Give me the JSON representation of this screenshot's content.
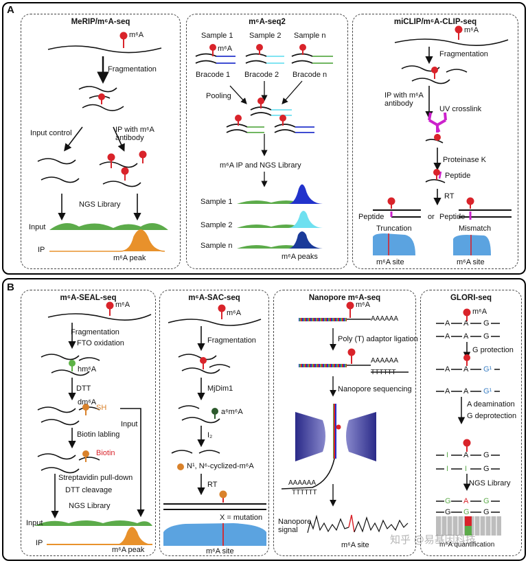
{
  "panelA": {
    "label": "A",
    "merip": {
      "title": "MeRIP/m⁶A-seq",
      "m6a": "m⁶A",
      "fragmentation": "Fragmentation",
      "input_control": "Input control",
      "ip_antibody": "IP with m⁶A antibody",
      "ngs": "NGS Library",
      "input": "Input",
      "ip": "IP",
      "peak": "m⁶A peak"
    },
    "seq2": {
      "title": "m⁶A-seq2",
      "samples": [
        "Sample 1",
        "Sample 2",
        "Sample n"
      ],
      "barcodes": [
        "Bracode 1",
        "Bracode 2",
        "Bracode n"
      ],
      "m6a": "m⁶A",
      "pooling": "Pooling",
      "ip_ngs": "m⁶A IP and NGS Library",
      "rows": [
        "Sample 1",
        "Sample 2",
        "Sample n"
      ],
      "peaks": "m⁶A peaks"
    },
    "miclip": {
      "title": "miCLIP/m⁶A-CLIP-seq",
      "m6a": "m⁶A",
      "fragmentation": "Fragmentation",
      "ip_antibody": "IP with m⁶A antibody",
      "uv": "UV crosslink",
      "proteinase": "Proteinase K",
      "peptide": "Peptide",
      "rt": "RT",
      "peptide_left": "Peptide",
      "or": "or",
      "peptide_right": "Peptide",
      "truncation": "Truncation",
      "mismatch": "Mismatch",
      "site_left": "m⁶A site",
      "site_right": "m⁶A site"
    }
  },
  "panelB": {
    "label": "B",
    "seal": {
      "title": "m⁶A-SEAL-seq",
      "m6a": "m⁶A",
      "fragmentation": "Fragmentation",
      "fto": "FTO oxidation",
      "hm6a": "hm⁶A",
      "dtt": "DTT",
      "dm6a": "dm⁶A",
      "sh": "SH",
      "input_arrow": "Input",
      "biotin_labling": "Biotin labling",
      "biotin": "Biotin",
      "streptavidin": "Streptavidin pull-down",
      "dtt_cleavage": "DTT cleavage",
      "ngs": "NGS Library",
      "input": "Input",
      "ip": "IP",
      "peak": "m⁶A peak"
    },
    "sac": {
      "title": "m⁶A-SAC-seq",
      "m6a": "m⁶A",
      "fragmentation": "Fragmentation",
      "mjdim1": "MjDim1",
      "a6m6a": "a⁶m⁶A",
      "i2": "I₂",
      "cyclized": "N¹, N⁶-cyclized-m⁶A",
      "rt": "RT",
      "mutation": "X = mutation",
      "site": "m⁶A site"
    },
    "nanopore": {
      "title": "Nanopore m⁶A-seq",
      "m6a": "m⁶A",
      "polya": "AAAAAA",
      "polyt_ligation": "Poly (T) adaptor ligation",
      "polya2": "AAAAAA",
      "polyt": "TTTTTT",
      "sequencing": "Nanopore sequencing",
      "polya3": "AAAAAA",
      "polyt2": "TTTTTT",
      "signal": "Nanopore signal",
      "site": "m⁶A site"
    },
    "glori": {
      "title": "GLORI-seq",
      "m6a": "m⁶A",
      "g_protection": "G protection",
      "a_deamination": "A deamination",
      "g_deprotection": "G deprotection",
      "ngs": "NGS Library",
      "row1": [
        "A",
        "A",
        "G"
      ],
      "row_gp": [
        "A",
        "A",
        "G¹"
      ],
      "row_i": [
        "I",
        "A",
        "G"
      ],
      "row_final": [
        "G",
        "A",
        "G"
      ],
      "row_final2": [
        "G",
        "G",
        "G"
      ],
      "caption": "m⁶A quantification"
    }
  },
  "watermark": "知乎 @易基因科技",
  "colors": {
    "m6a_red": "#d9232a",
    "hm6a_green": "#5db346",
    "seal_orange": "#d9822b",
    "input_green": "#5cab4a",
    "ip_orange": "#e8912b",
    "peak_blue": "#2233cc",
    "light_blue": "#5ba3e0",
    "crosslink_magenta": "#cc22cc",
    "dark_green": "#2d5a2d"
  }
}
